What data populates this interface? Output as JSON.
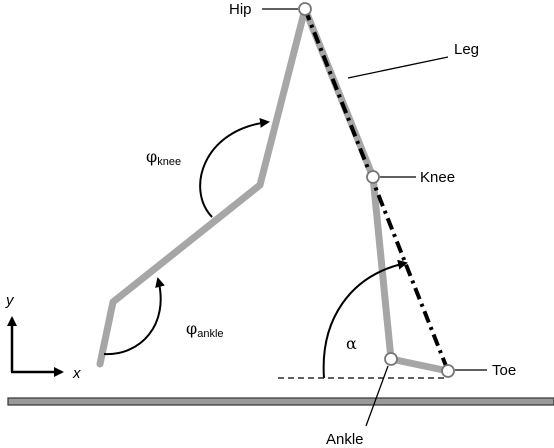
{
  "labels": {
    "hip": "Hip",
    "leg": "Leg",
    "knee": "Knee",
    "toe": "Toe",
    "ankle": "Ankle",
    "alpha": "α",
    "phi_knee_symbol": "φ",
    "phi_knee_sub": "knee",
    "phi_ankle_symbol": "φ",
    "phi_ankle_sub": "ankle",
    "axis_x": "x",
    "axis_y": "y"
  },
  "colors": {
    "segment": "#a6a6a6",
    "line": "#000000",
    "ground": "#999999",
    "joint_fill": "#ffffff"
  }
}
